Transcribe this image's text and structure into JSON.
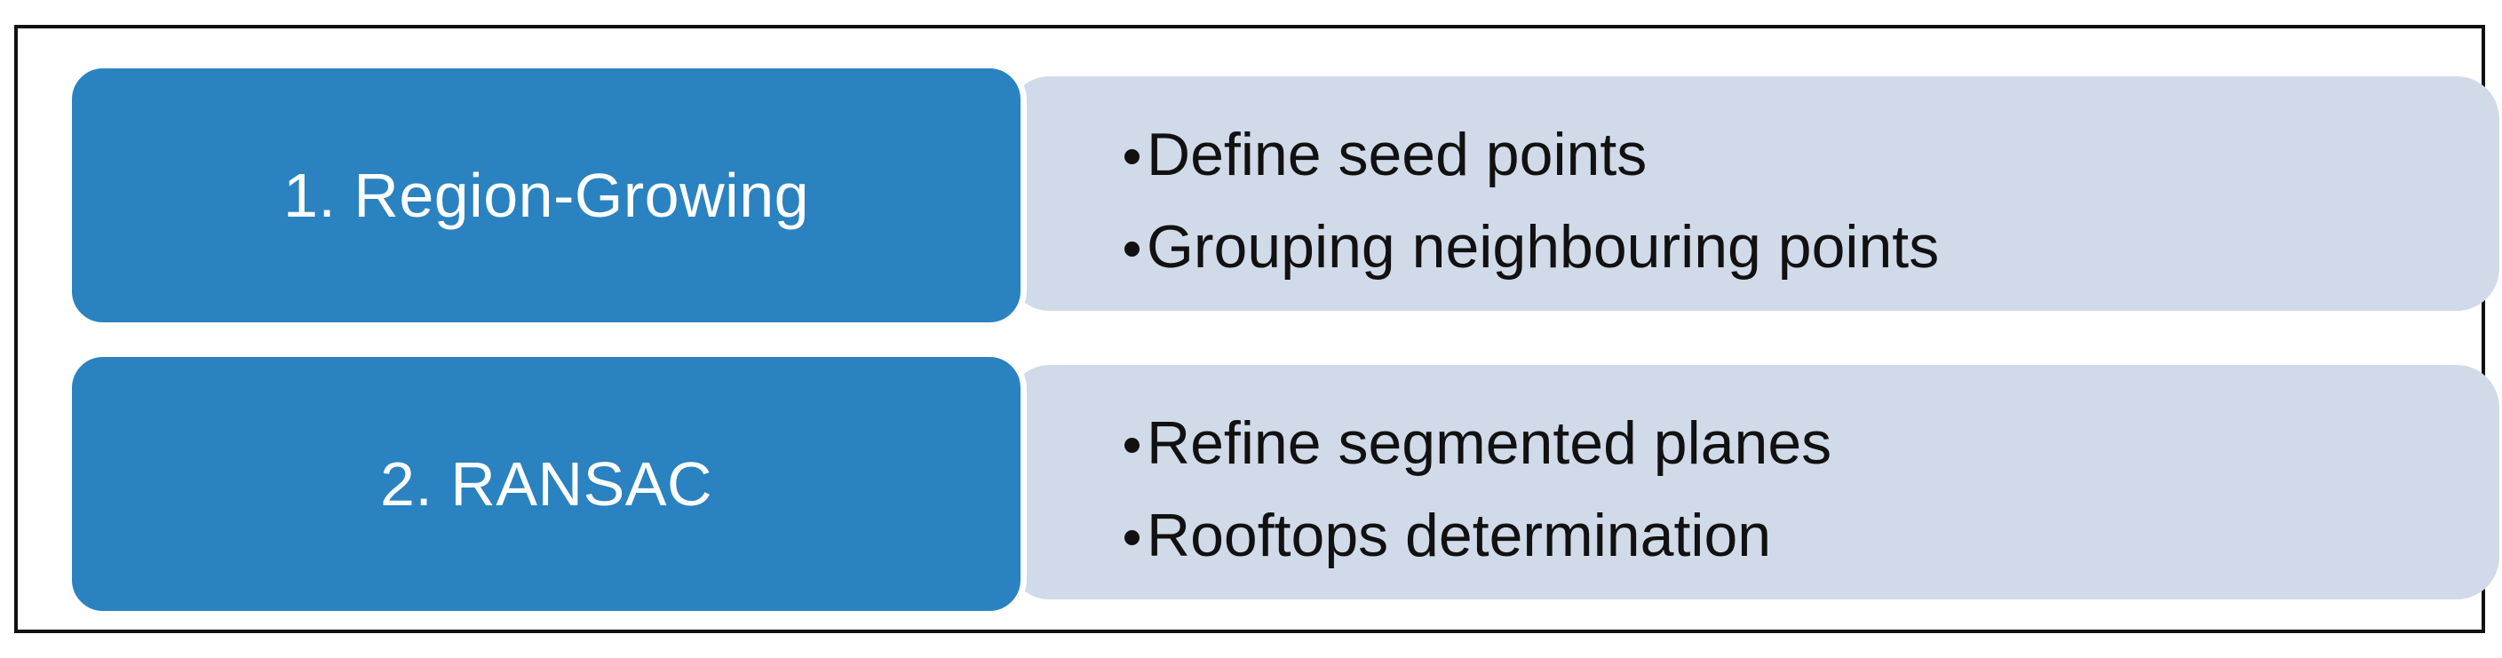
{
  "steps": [
    {
      "label": "1. Region-Growing",
      "bullets": [
        "Define seed points",
        "Grouping neighbouring points"
      ]
    },
    {
      "label": "2. RANSAC",
      "bullets": [
        "Refine segmented planes",
        "Rooftops determination"
      ]
    }
  ],
  "colors": {
    "step_fill": "#2a82c0",
    "detail_fill": "#d1dae8",
    "text_dark": "#111111"
  }
}
